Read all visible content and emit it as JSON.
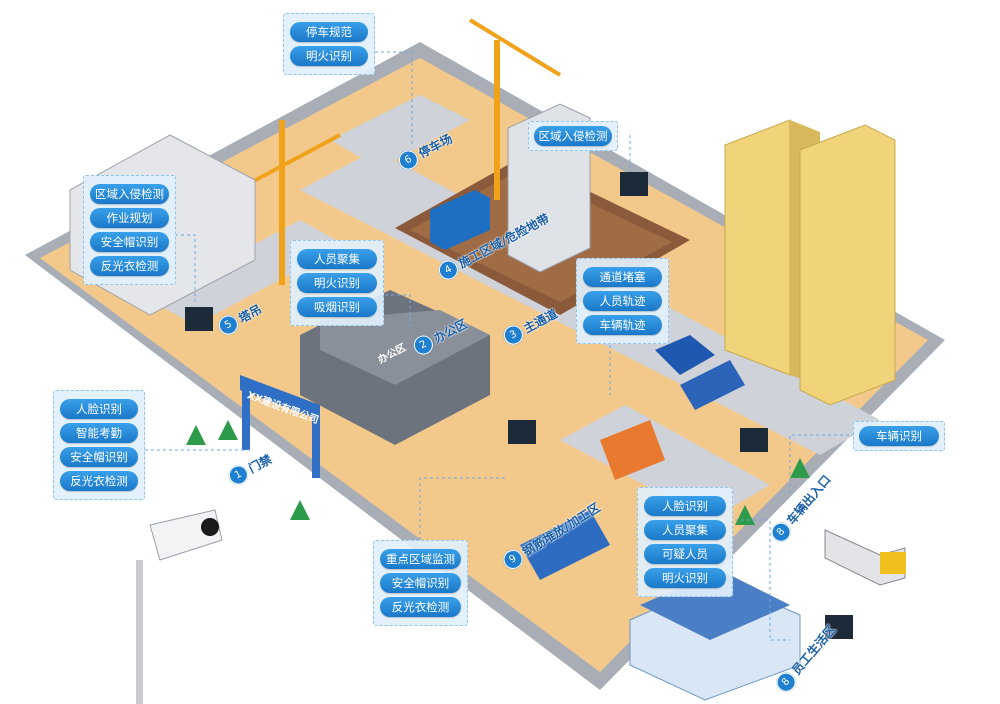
{
  "panels": {
    "parking": [
      "停车规范",
      "明火识别"
    ],
    "tower_crane": [
      "区域入侵检测",
      "作业规划",
      "安全帽识别",
      "反光衣检测"
    ],
    "office": [
      "人员聚集",
      "明火识别",
      "吸烟识别"
    ],
    "pit": [
      "区域入侵检测"
    ],
    "road": [
      "通道堵塞",
      "人员轨迹",
      "车辆轨迹"
    ],
    "gate": [
      "人脸识别",
      "智能考勤",
      "安全帽识别",
      "反光衣检测"
    ],
    "vehicle_exit": [
      "车辆识别"
    ],
    "rebar": [
      "重点区域监测",
      "安全帽识别",
      "反光衣检测"
    ],
    "dorm": [
      "人脸识别",
      "人员聚集",
      "可疑人员",
      "明火识别"
    ]
  },
  "zones": {
    "z1": {
      "num": "1",
      "label": "门禁"
    },
    "z2": {
      "num": "2",
      "label": "办公区"
    },
    "z3": {
      "num": "3",
      "label": "主通道"
    },
    "z4": {
      "num": "4",
      "label": "施工区域/危险地带"
    },
    "z5": {
      "num": "5",
      "label": "塔吊"
    },
    "z6": {
      "num": "6",
      "label": "停车场"
    },
    "z8a": {
      "num": "8",
      "label": "车辆出入口"
    },
    "z8b": {
      "num": "8",
      "label": "员工生活区"
    },
    "z9": {
      "num": "9",
      "label": "钢筋堆放/加工区"
    }
  },
  "signs": {
    "gate_sign": "XX建设有限公司",
    "office_sign": "办公区"
  },
  "colors": {
    "pill": "#1f7fd1",
    "ground": "#f4c98a",
    "road": "#c9ccd2",
    "wall": "#9aa0a8",
    "building": "#f1d37a"
  }
}
